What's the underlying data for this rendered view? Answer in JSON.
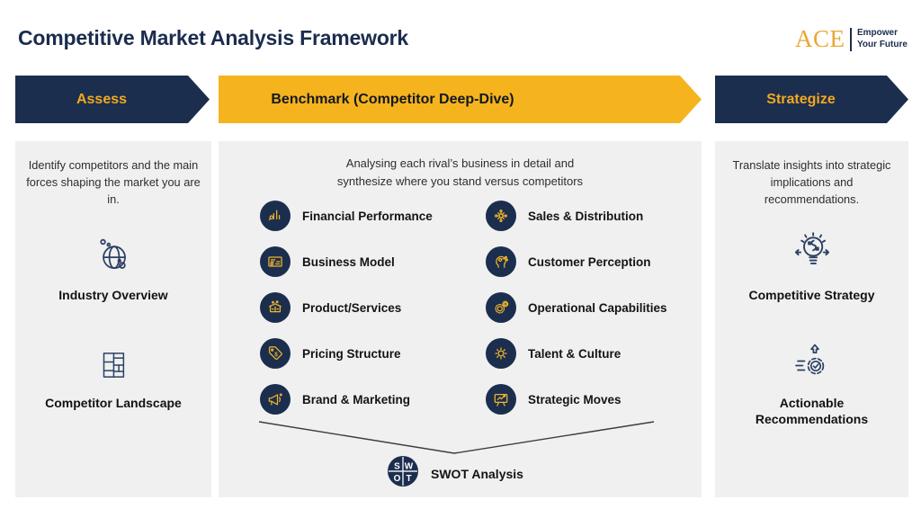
{
  "page": {
    "title": "Competitive Market Analysis Framework"
  },
  "logo": {
    "brand": "ACE",
    "tagline_line1": "Empower",
    "tagline_line2": "Your Future"
  },
  "colors": {
    "navy": "#1c2e4e",
    "gold": "#f5b41d",
    "panel_bg": "#f0f0f1",
    "icon_gold": "#f0b429"
  },
  "stages": [
    {
      "label": "Assess"
    },
    {
      "label": "Benchmark (Competitor Deep-Dive)"
    },
    {
      "label": "Strategize"
    }
  ],
  "assess_panel": {
    "description": "Identify competitors and the main forces shaping the market you are in.",
    "items": [
      {
        "label": "Industry Overview",
        "icon": "globe-icon"
      },
      {
        "label": "Competitor Landscape",
        "icon": "grid-icon"
      }
    ]
  },
  "benchmark_panel": {
    "description_line1": "Analysing each rival’s business in detail and",
    "description_line2": "synthesize where you stand versus competitors",
    "left_items": [
      {
        "label": "Financial Performance",
        "icon": "bar-chart-icon"
      },
      {
        "label": "Business Model",
        "icon": "business-model-icon"
      },
      {
        "label": "Product/Services",
        "icon": "product-box-icon"
      },
      {
        "label": "Pricing Structure",
        "icon": "price-tag-icon"
      },
      {
        "label": "Brand & Marketing",
        "icon": "megaphone-icon"
      }
    ],
    "right_items": [
      {
        "label": "Sales & Distribution",
        "icon": "distribution-network-icon"
      },
      {
        "label": "Customer Perception",
        "icon": "customer-head-icon"
      },
      {
        "label": "Operational Capabilities",
        "icon": "gears-icon"
      },
      {
        "label": "Talent & Culture",
        "icon": "talent-sun-icon"
      },
      {
        "label": "Strategic Moves",
        "icon": "strategy-board-icon"
      }
    ],
    "swot": {
      "label": "SWOT Analysis",
      "letters": [
        "S",
        "W",
        "O",
        "T"
      ]
    }
  },
  "strategize_panel": {
    "description": "Translate insights into strategic implications and recommendations.",
    "items": [
      {
        "label": "Competitive Strategy",
        "icon": "lightbulb-icon"
      },
      {
        "label": "Actionable Recommendations",
        "icon": "gear-check-icon"
      }
    ]
  }
}
